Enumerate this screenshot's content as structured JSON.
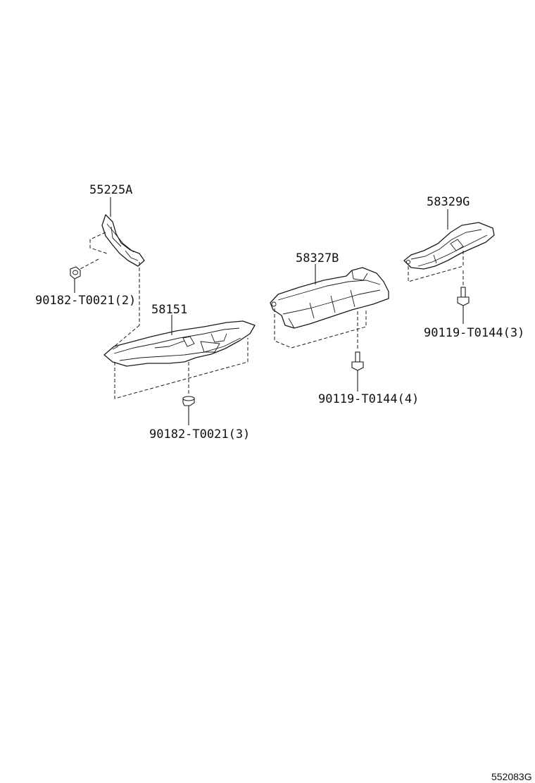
{
  "labels": {
    "p55225A": "55225A",
    "p90182_2": "90182-T0021(2)",
    "p58151": "58151",
    "p90182_3": "90182-T0021(3)",
    "p58327B": "58327B",
    "p90119_4": "90119-T0144(4)",
    "p58329G": "58329G",
    "p90119_3": "90119-T0144(3)"
  },
  "figure_code": "552083G"
}
